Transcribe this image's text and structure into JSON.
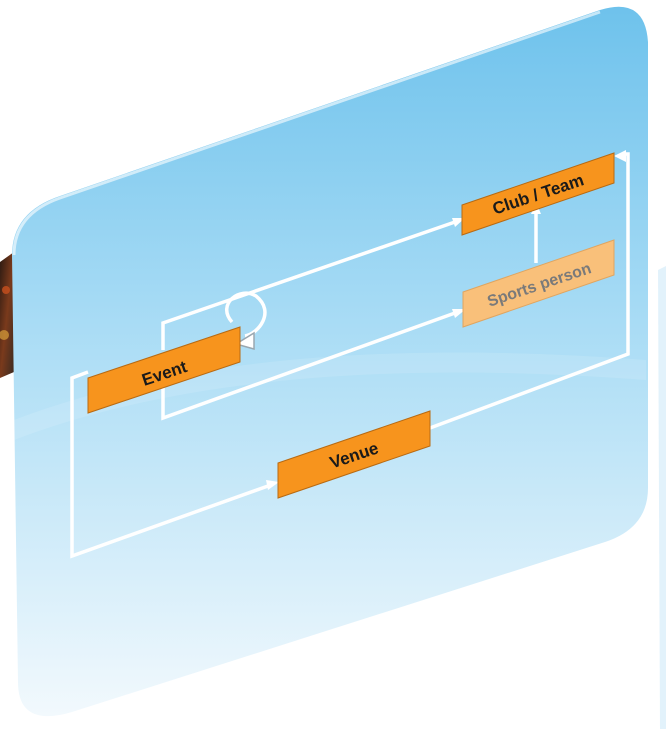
{
  "diagram": {
    "nodes": {
      "event": {
        "label": "Event"
      },
      "club_team": {
        "label": "Club / Team"
      },
      "sports_person": {
        "label": "Sports person"
      },
      "venue": {
        "label": "Venue"
      }
    },
    "colors": {
      "node_fill": "#f7941d",
      "node_fill_faded": "#f9c07a",
      "node_text": "#1a1a1a",
      "node_text_faded": "#7a7a7a",
      "connector": "#ffffff",
      "panel_top": "#6ec2ec",
      "panel_mid": "#a9dcf5",
      "panel_bottom": "#f2f9fd"
    },
    "edges": [
      {
        "from": "event",
        "to": "club_team"
      },
      {
        "from": "event",
        "to": "sports_person"
      },
      {
        "from": "sports_person",
        "to": "club_team"
      },
      {
        "from": "venue",
        "to": "club_team"
      },
      {
        "from": "event",
        "to": "venue"
      },
      {
        "from": "event",
        "to": "event"
      }
    ]
  }
}
